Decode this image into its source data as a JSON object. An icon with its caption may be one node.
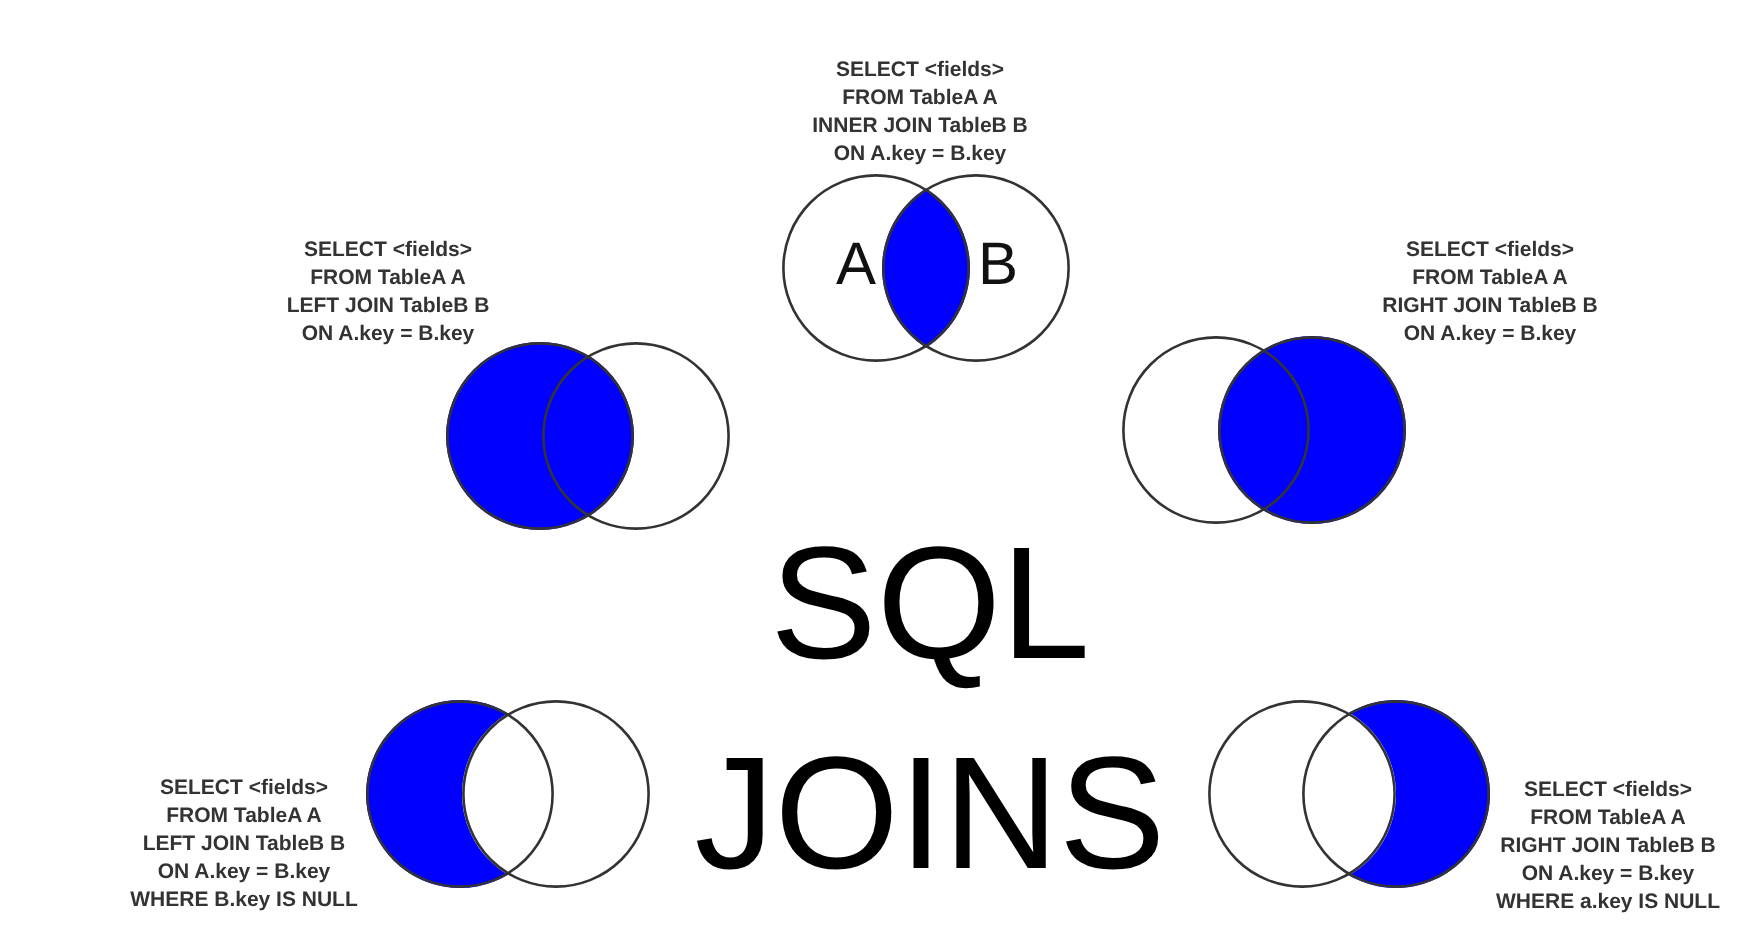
{
  "diagram": {
    "title": "SQL JOINS",
    "nodes": [
      {
        "text": [
          "A"
        ]
      },
      {
        "text": [
          "B"
        ]
      },
      {
        "text": [],
        "shape": "circle"
      },
      {
        "text": [],
        "shape": "circle"
      },
      {
        "text": [],
        "shape": "circle"
      },
      {
        "text": [],
        "shape": "circle"
      },
      {
        "text": [],
        "shape": "circle"
      },
      {
        "text": [],
        "shape": "circle"
      },
      {
        "text": [],
        "shape": "circle"
      },
      {
        "text": [],
        "shape": "circle"
      }
    ],
    "labels": [
      "SELECT <fields> FROM TableA A INNER JOIN TableB B ON A.key = B.key",
      "SELECT <fields> FROM TableA A LEFT JOIN TableB B ON A.key = B.key",
      "SELECT <fields> FROM TableA A RIGHT JOIN TableB B ON A.key = B.key",
      "SELECT <fields> FROM TableA A LEFT JOIN TableB B ON A.key = B.key WHERE B.key IS NULL",
      "SELECT <fields> FROM TableA A RIGHT JOIN TableB B ON A.key = B.key WHERE a.key IS NULL"
    ]
  }
}
